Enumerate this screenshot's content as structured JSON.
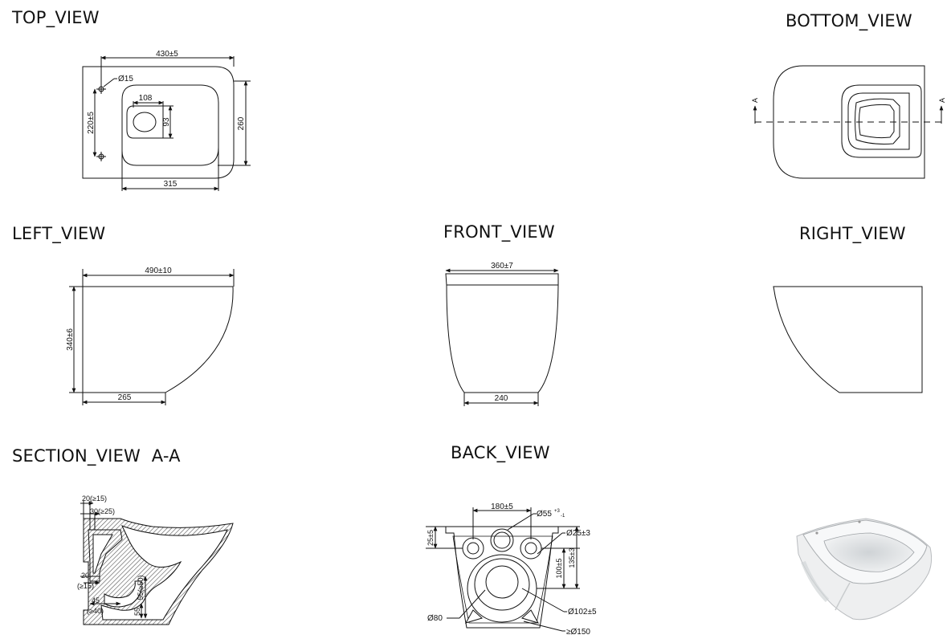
{
  "views": {
    "top": "TOP_VIEW",
    "bottom": "BOTTOM_VIEW",
    "left": "LEFT_VIEW",
    "front": "FRONT_VIEW",
    "right": "RIGHT_VIEW",
    "section": "SECTION_VIEW  A-A",
    "back": "BACK_VIEW"
  },
  "top_view": {
    "overall_width": "430±5",
    "hole_diameter": "Ø15",
    "outlet_width": "108",
    "outlet_height": "93",
    "hole_spacing": "220±5",
    "depth": "260",
    "bowl_width": "315"
  },
  "bottom_view": {
    "section_marker_left": "A",
    "section_marker_right": "A"
  },
  "left_view": {
    "length": "490±10",
    "height": "340±6",
    "base_length": "265"
  },
  "front_view": {
    "top_width": "360±7",
    "base_width": "240"
  },
  "section_view": {
    "dim_a": "20(≥15)",
    "dim_b": "30(≥25)",
    "dim_c_top": "20",
    "dim_c_bottom": "(≥15)",
    "dim_d": "45",
    "dim_e": "(≥40)",
    "dim_f": "55(≥50)",
    "dim_g": "55"
  },
  "back_view": {
    "hole_spacing": "180±5",
    "top_hole": "Ø55",
    "top_hole_tol": "+3",
    "top_hole_tol2": "-1",
    "side_hole": "Ø25±3",
    "offset": "25±5",
    "v_dim_a": "100±5",
    "v_dim_b": "135±3",
    "inner_outlet": "Ø80",
    "outer_outlet": "Ø102±5",
    "min_outlet": "≥Ø150"
  }
}
